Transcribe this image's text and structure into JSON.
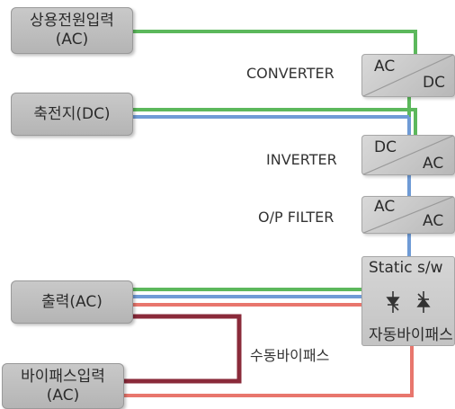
{
  "boxes": {
    "commercial_power": {
      "line1": "상용전원입력",
      "line2": "(AC)"
    },
    "battery": {
      "label": "축전지(DC)"
    },
    "output": {
      "label": "출력(AC)"
    },
    "bypass_input": {
      "line1": "바이패스입력",
      "line2": "(AC)"
    }
  },
  "modules": {
    "converter": {
      "label": "CONVERTER",
      "in": "AC",
      "out": "DC"
    },
    "inverter": {
      "label": "INVERTER",
      "in": "DC",
      "out": "AC"
    },
    "op_filter": {
      "label": "O/P FILTER",
      "in": "AC",
      "out": "AC"
    }
  },
  "static_switch": {
    "label": "Static s/w",
    "auto_bypass_label": "자동바이패스"
  },
  "manual_bypass_label": "수동바이패스",
  "colors": {
    "green": "#5cb85c",
    "blue": "#6f9bd6",
    "red": "#e8766d",
    "maroon": "#8a2a3a"
  }
}
